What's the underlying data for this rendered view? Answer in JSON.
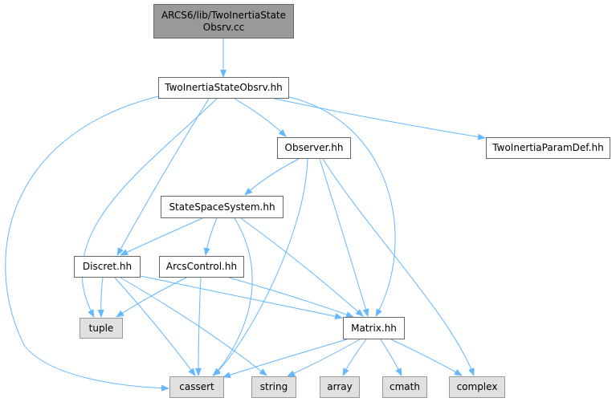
{
  "colors": {
    "edge": "#63b8ff",
    "root_fill": "#999999",
    "sys_fill": "#e0e0e0",
    "border": "#666666"
  },
  "nodes": {
    "root": {
      "line1": "ARCS6/lib/TwoInertiaState",
      "line2": "Obsrv.cc"
    },
    "twoinertia": {
      "label": "TwoInertiaStateObsrv.hh"
    },
    "observer": {
      "label": "Observer.hh"
    },
    "paramdef": {
      "label": "TwoInertiaParamDef.hh"
    },
    "statespace": {
      "label": "StateSpaceSystem.hh"
    },
    "discret": {
      "label": "Discret.hh"
    },
    "arcscontrol": {
      "label": "ArcsControl.hh"
    },
    "matrix": {
      "label": "Matrix.hh"
    },
    "tuple": {
      "label": "tuple"
    },
    "cassert": {
      "label": "cassert"
    },
    "string": {
      "label": "string"
    },
    "array": {
      "label": "array"
    },
    "cmath": {
      "label": "cmath"
    },
    "complex": {
      "label": "complex"
    }
  },
  "edges": [
    [
      "root",
      "twoinertia"
    ],
    [
      "twoinertia",
      "observer"
    ],
    [
      "twoinertia",
      "paramdef"
    ],
    [
      "twoinertia",
      "discret"
    ],
    [
      "twoinertia",
      "tuple"
    ],
    [
      "twoinertia",
      "cassert"
    ],
    [
      "twoinertia",
      "matrix"
    ],
    [
      "observer",
      "statespace"
    ],
    [
      "observer",
      "matrix"
    ],
    [
      "observer",
      "cassert"
    ],
    [
      "observer",
      "complex"
    ],
    [
      "statespace",
      "discret"
    ],
    [
      "statespace",
      "arcscontrol"
    ],
    [
      "statespace",
      "matrix"
    ],
    [
      "statespace",
      "cassert"
    ],
    [
      "discret",
      "tuple"
    ],
    [
      "discret",
      "cassert"
    ],
    [
      "discret",
      "string"
    ],
    [
      "discret",
      "matrix"
    ],
    [
      "arcscontrol",
      "tuple"
    ],
    [
      "arcscontrol",
      "cassert"
    ],
    [
      "arcscontrol",
      "matrix"
    ],
    [
      "matrix",
      "cassert"
    ],
    [
      "matrix",
      "string"
    ],
    [
      "matrix",
      "array"
    ],
    [
      "matrix",
      "cmath"
    ],
    [
      "matrix",
      "complex"
    ]
  ]
}
